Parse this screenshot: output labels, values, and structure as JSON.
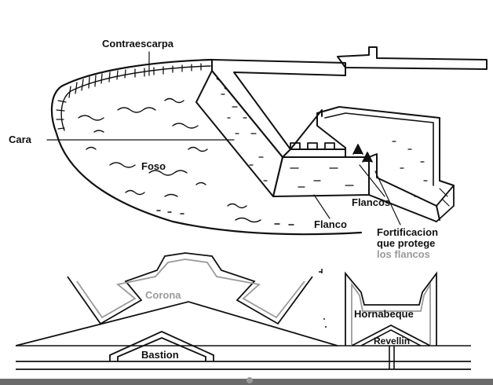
{
  "labels": {
    "contraescarpa": "Contraescarpa",
    "cara": "Cara",
    "foso": "Foso",
    "flancos": "Flancos",
    "flanco": "Flanco",
    "fortificacion_line1": "Fortificacion",
    "fortificacion_line2": "que protege",
    "fortificacion_line3": "los flancos",
    "corona": "Corona",
    "hornabeque": "Hornabeque",
    "revellin": "Revellin",
    "bastion": "Bastion"
  },
  "colors": {
    "ink": "#111111",
    "grey_label": "#9a9a9a",
    "bottom_bar": "#6b6b6b"
  }
}
